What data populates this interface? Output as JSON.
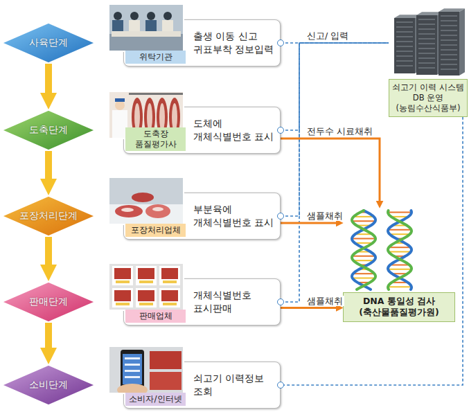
{
  "diagram": {
    "nodes": [
      {
        "text": [
          "사육단계"
        ]
      },
      {
        "text": [
          "위탁기관",
          "출생 이동 신고 귀표부착 정보입력"
        ]
      },
      {
        "text": [
          "쇠고기 이력 시스템 DB 운영 (농림수산식품부)"
        ]
      },
      {
        "text": [
          "도축단계"
        ]
      },
      {
        "text": [
          "도축장 품질평가사",
          "도체에 개체식별번호 표시"
        ]
      },
      {
        "text": [
          "포장처리단계"
        ]
      },
      {
        "text": [
          "포장처리업체",
          "부분육에 개체식별번호 표시"
        ]
      },
      {
        "text": [
          "DNA 통일성 검사 (축산물품질평가원)"
        ]
      },
      {
        "text": [
          "판매단계"
        ]
      },
      {
        "text": [
          "판매업체",
          "개체식별번호 표시판매"
        ]
      },
      {
        "text": [
          "소비단계"
        ]
      },
      {
        "text": [
          "소비자/인터넷",
          "쇠고기 이력정보 조회"
        ]
      }
    ],
    "edges": [
      {
        "from": 0,
        "to": 3,
        "arrow": "to"
      },
      {
        "from": 3,
        "to": 5,
        "arrow": "to"
      },
      {
        "from": 5,
        "to": 8,
        "arrow": "to"
      },
      {
        "from": 8,
        "to": 10,
        "arrow": "to"
      },
      {
        "from": 1,
        "to": 2,
        "label": "신고/ 입력",
        "arrow": "none"
      },
      {
        "from": 4,
        "to": 2,
        "arrow": "none"
      },
      {
        "from": 6,
        "to": 2,
        "arrow": "none"
      },
      {
        "from": 9,
        "to": 2,
        "arrow": "none"
      },
      {
        "from": 2,
        "to": 11,
        "arrow": "none"
      },
      {
        "from": 4,
        "to": 7,
        "label": "전두수 시료채취",
        "arrow": "to"
      },
      {
        "from": 6,
        "to": 7,
        "label": "샘플채취",
        "arrow": "to"
      },
      {
        "from": 9,
        "to": 7,
        "label": "샘플채취",
        "arrow": "to"
      }
    ]
  }
}
